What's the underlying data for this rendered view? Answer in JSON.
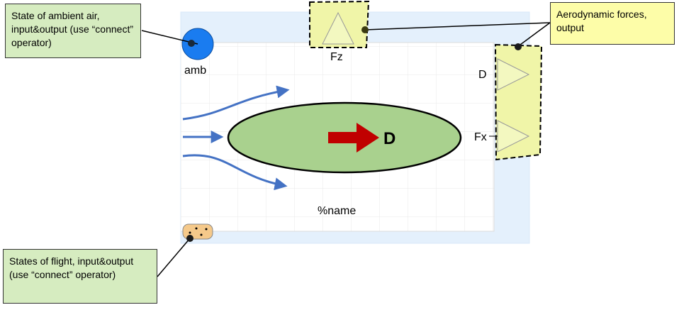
{
  "callouts": {
    "ambient": "State of ambient air, input&output (use “connect” operator)",
    "aero": "Aerodynamic forces, output",
    "flight": "States of flight, input&output (use “connect” operator)"
  },
  "block": {
    "port_amb_label": "amb",
    "port_fz_label": "Fz",
    "port_d_label": "D",
    "port_fx_label": "Fx",
    "drag_label": "D",
    "name_label": "%name"
  },
  "colors": {
    "block_border": "#d8e8f8",
    "block_fill": "#e4f0fc",
    "grid": "#e8e8e8",
    "amb_port": "#1a7cf0",
    "ellipse": "#a9d18e",
    "drag_arrow": "#c00000",
    "flow_arrow": "#4472c4",
    "output_highlight": "#f0f5a8",
    "flight_port": "#f5c98a"
  }
}
